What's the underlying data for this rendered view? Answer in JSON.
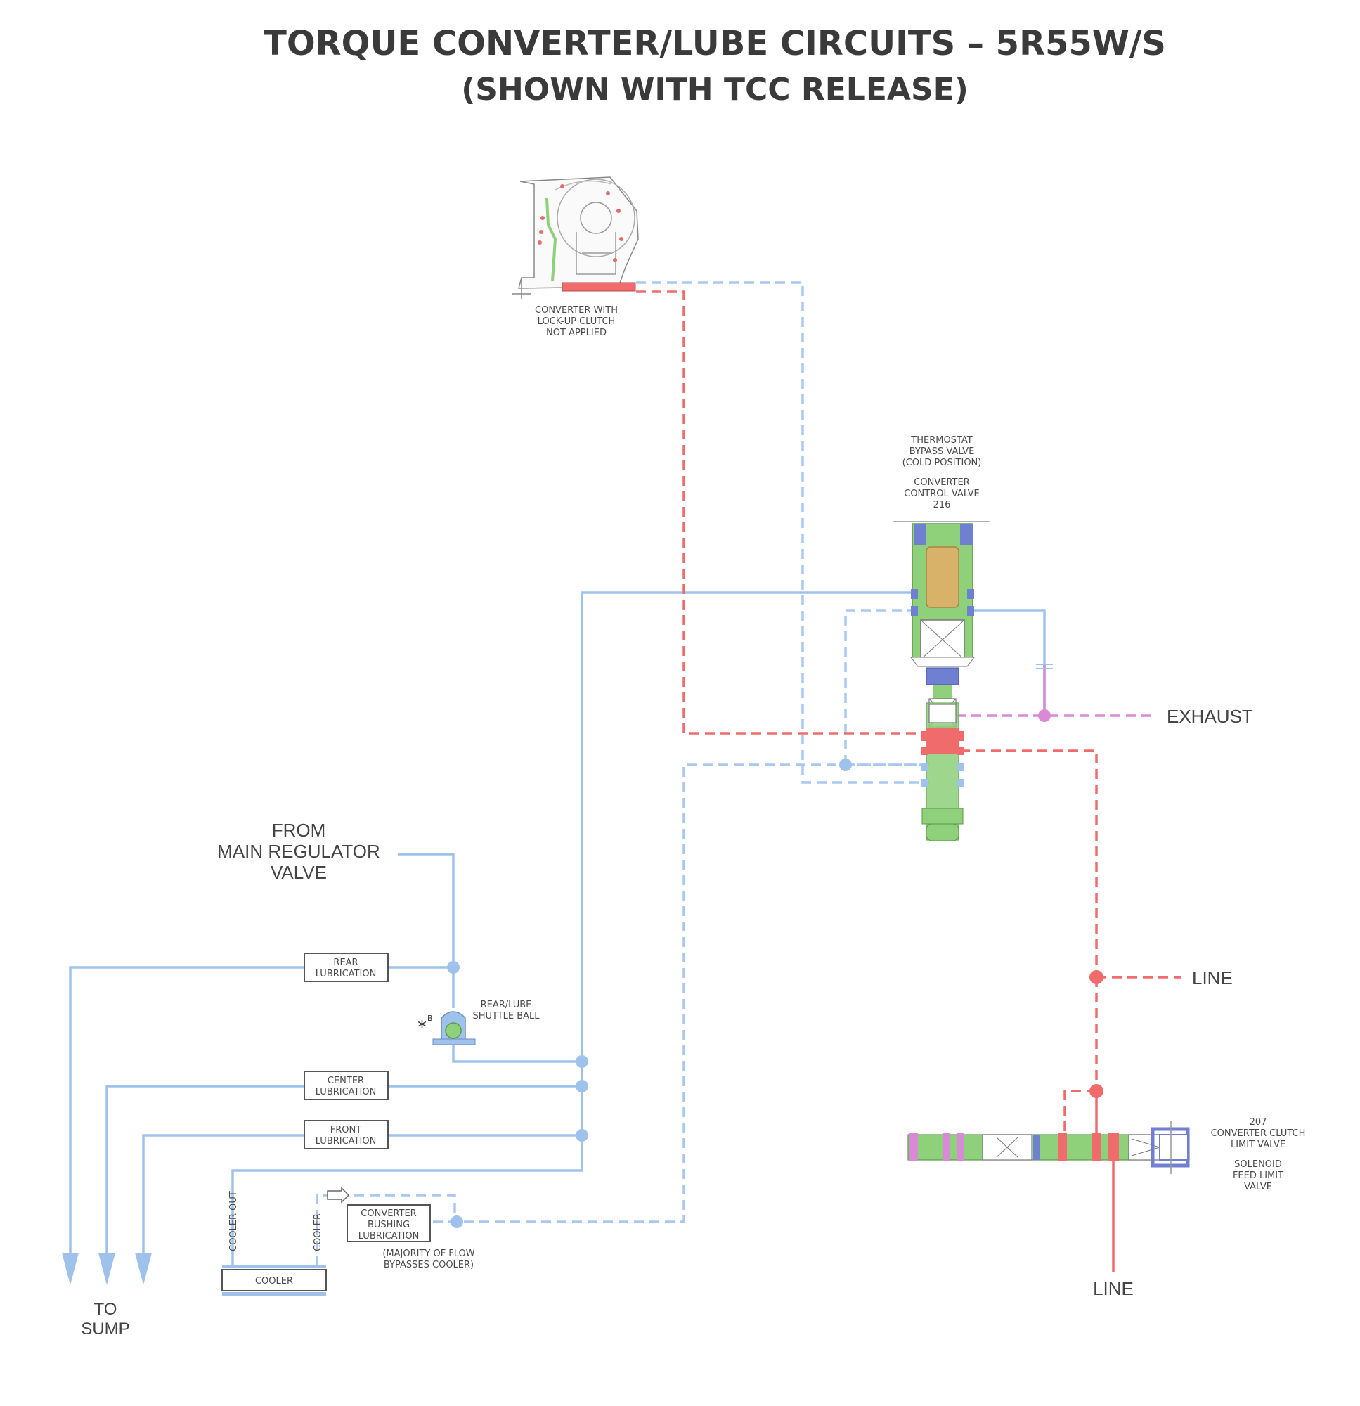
{
  "title": {
    "line1": "TORQUE CONVERTER/LUBE CIRCUITS – 5R55W/S",
    "line2": "(SHOWN WITH TCC RELEASE)"
  },
  "labels": {
    "converter": [
      "CONVERTER WITH",
      "LOCK-UP CLUTCH",
      "NOT APPLIED"
    ],
    "thermostat": [
      "THERMOSTAT",
      "BYPASS VALVE",
      "(COLD POSITION)"
    ],
    "converter_control": [
      "CONVERTER",
      "CONTROL VALVE",
      "216"
    ],
    "exhaust": "EXHAUST",
    "line_right": "LINE",
    "line_bottom": "LINE",
    "from_main": [
      "FROM",
      "MAIN REGULATOR",
      "VALVE"
    ],
    "rear_lube": [
      "REAR",
      "LUBRICATION"
    ],
    "center_lube": [
      "CENTER",
      "LUBRICATION"
    ],
    "front_lube": [
      "FRONT",
      "LUBRICATION"
    ],
    "shuttle_ball": [
      "REAR/LUBE",
      "SHUTTLE BALL"
    ],
    "shuttle_marker": "*",
    "shuttle_letter": "B",
    "converter_bushing": [
      "CONVERTER",
      "BUSHING",
      "LUBRICATION"
    ],
    "bypass_note": [
      "(MAJORITY OF FLOW",
      "BYPASSES COOLER)"
    ],
    "cooler_out": "COOLER OUT",
    "cooler_in": "COOLER",
    "cooler": "COOLER",
    "to_sump": [
      "TO",
      "SUMP"
    ],
    "clutch_limit": [
      "207",
      "CONVERTER CLUTCH",
      "LIMIT VALVE"
    ],
    "solenoid_feed": [
      "SOLENOID",
      "FEED LIMIT",
      "VALVE"
    ]
  },
  "colors": {
    "lube_blue": "#9fc2ec",
    "line_red": "#f06b6b",
    "exhaust_pink": "#d98ad6",
    "valve_green": "#8fd07a",
    "valve_purple": "#6f7fd1",
    "thermo_tan": "#d9b26a"
  }
}
